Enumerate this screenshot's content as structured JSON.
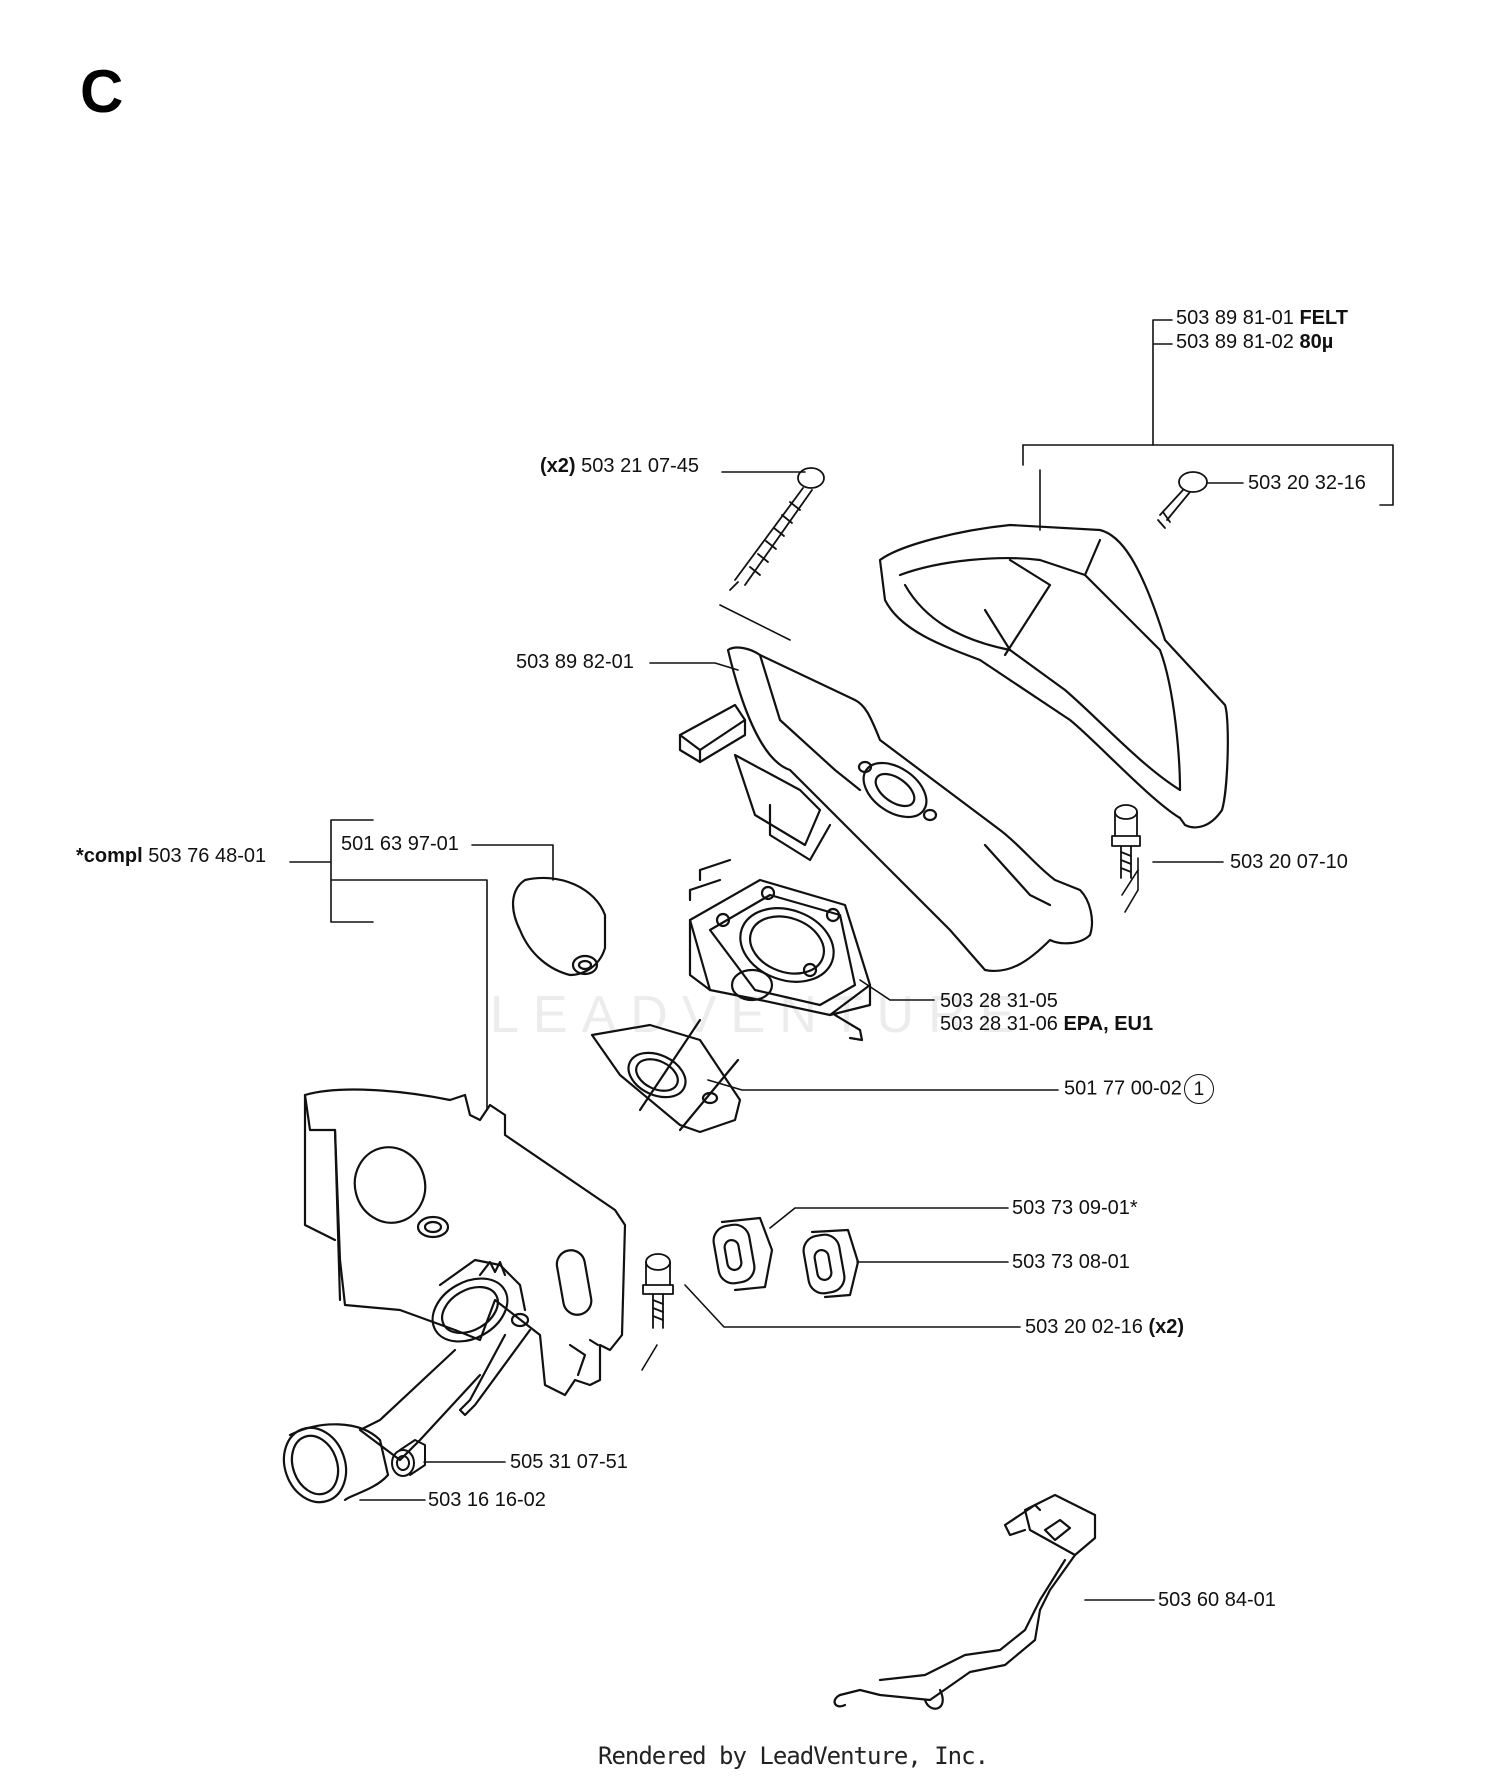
{
  "section_letter": "C",
  "watermark": "LEADVENTURE",
  "footer": "Rendered by LeadVenture, Inc.",
  "colors": {
    "line": "#111111",
    "watermark": "#ececec"
  },
  "labels": {
    "felt_num": "503 89 81-01",
    "felt_tag": "FELT",
    "mesh_num": "503 89 81-02",
    "mesh_tag": "80µ",
    "screw_long_qty": "(x2)",
    "screw_long_num": "503 21 07-45",
    "screw_cover_num": "503 20 32-16",
    "holder_num": "503 89 82-01",
    "compl_tag": "*compl",
    "compl_num": "503 76 48-01",
    "bulb_num": "501 63 97-01",
    "bolt_right_num": "503 20 07-10",
    "carb_num_1": "503 28 31-05",
    "carb_num_2": "503 28 31-06",
    "carb_tag_2": "EPA, EU1",
    "gasket_num": "501 77 00-02",
    "gasket_ref": "1",
    "grommet_a_num": "503 73 09-01*",
    "grommet_b_num": "503 73 08-01",
    "bolt_lower_num": "503 20 02-16",
    "bolt_lower_qty": "(x2)",
    "sleeve_small_num": "505 31 07-51",
    "sleeve_large_num": "503 16 16-02",
    "rod_num": "503 60 84-01"
  }
}
